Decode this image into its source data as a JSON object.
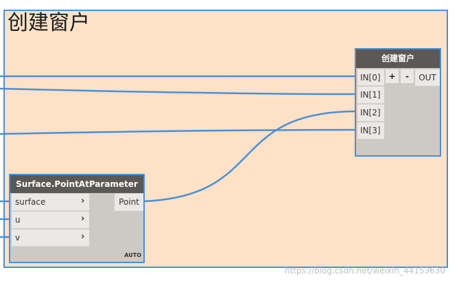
{
  "group": {
    "title": "创建窗户"
  },
  "window_node": {
    "title": "创建窗户",
    "inputs": [
      "IN[0]",
      "IN[1]",
      "IN[2]",
      "IN[3]"
    ],
    "add_button": "+",
    "remove_button": "-",
    "output": "OUT"
  },
  "point_node": {
    "title": "Surface.PointAtParameter",
    "inputs": [
      "surface",
      "u",
      "v"
    ],
    "output": "Point",
    "lacing": "AUTO"
  },
  "watermark": "https://blog.csdn.net/weixin_44153630",
  "colors": {
    "wire": "#4a8fd6",
    "group_fill": "#fde2c8",
    "node_header": "#5b5855",
    "node_body": "#cdc9c4"
  }
}
